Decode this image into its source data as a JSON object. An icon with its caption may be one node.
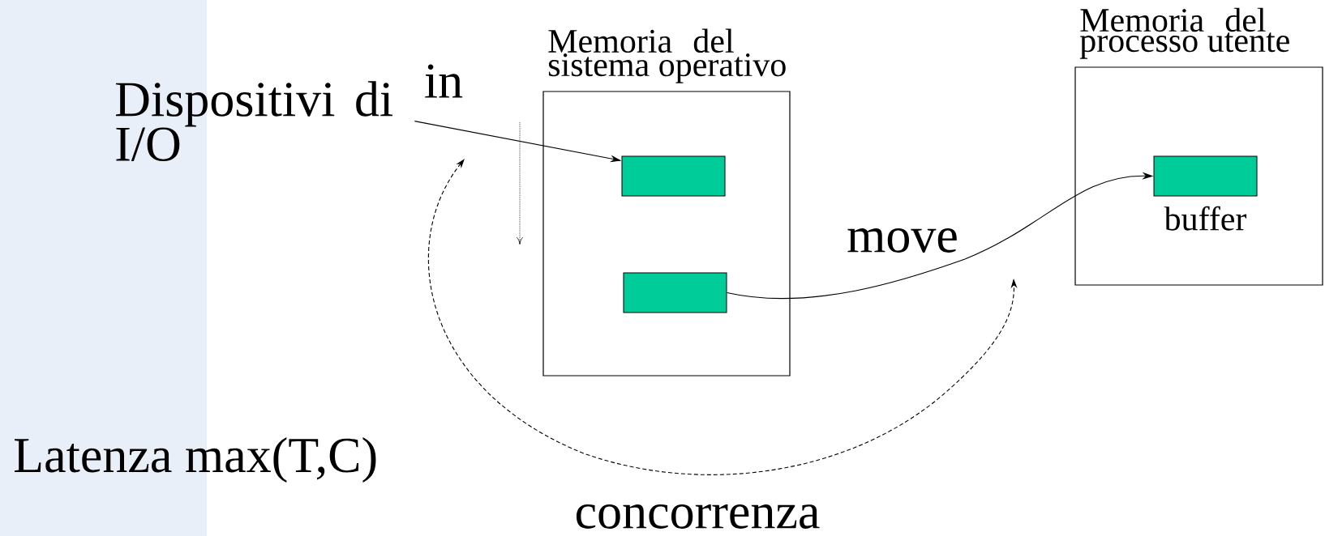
{
  "diagram": {
    "nodes": [
      {
        "text": [
          "Dispositivi di I/O"
        ]
      },
      {
        "text": [
          "Memoria del sistema operativo"
        ]
      },
      {
        "text": [],
        "shape": "box",
        "in": 1
      },
      {
        "text": [],
        "shape": "box",
        "in": 1
      },
      {
        "text": [
          "Memoria del processo utente"
        ]
      },
      {
        "text": [],
        "shape": "box",
        "in": 4,
        "beside": [
          "buffer"
        ]
      }
    ],
    "edges": [
      {
        "from": 0,
        "to": 2,
        "arrow": "to",
        "label": "in"
      },
      {
        "from": 3,
        "to": 5,
        "arrow": "to",
        "label": "move"
      }
    ],
    "labels": [
      "Latenza max(T,C)",
      "concorrenza"
    ]
  }
}
